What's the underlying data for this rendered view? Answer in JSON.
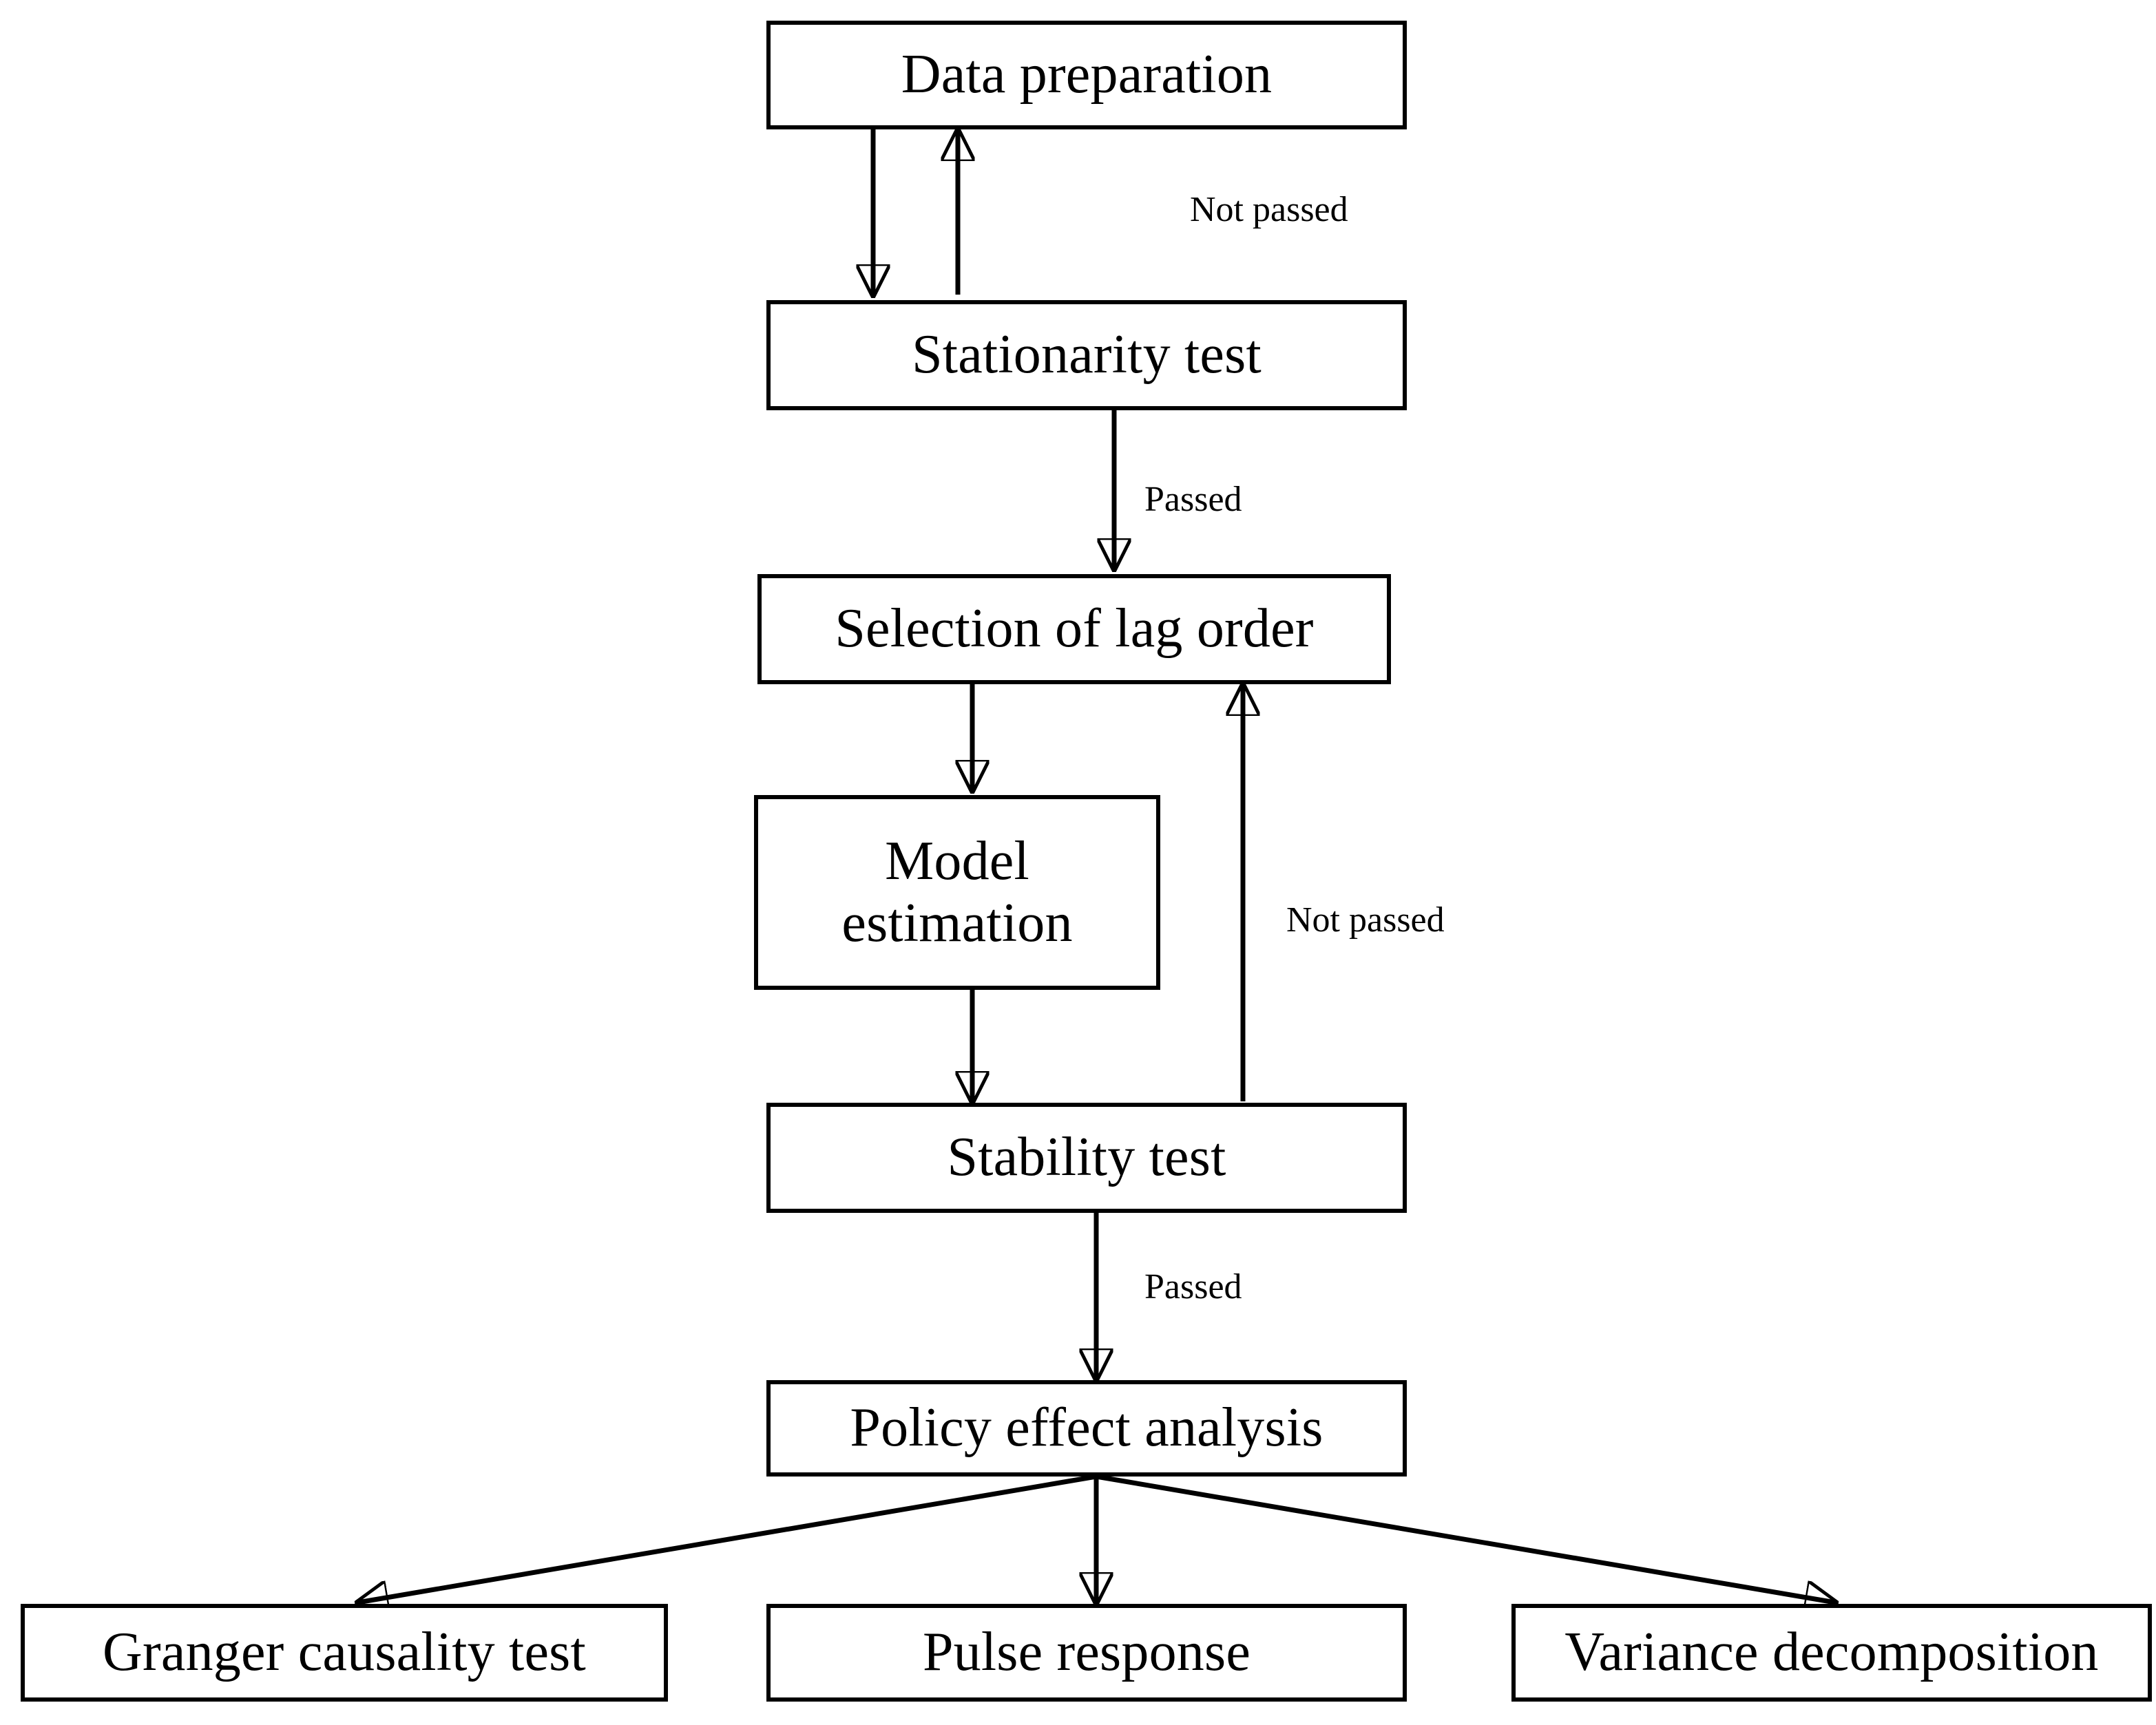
{
  "diagram": {
    "type": "flowchart",
    "orientation": "top-to-bottom",
    "background_color": "#ffffff",
    "line_color": "#000000",
    "text_color": "#000000",
    "nodes": [
      {
        "id": "data-preparation",
        "label": "Data preparation"
      },
      {
        "id": "stationarity-test",
        "label": "Stationarity test"
      },
      {
        "id": "selection-of-lag-order",
        "label": "Selection of lag order"
      },
      {
        "id": "model-estimation",
        "label": "Model\nestimation"
      },
      {
        "id": "stability-test",
        "label": "Stability test"
      },
      {
        "id": "policy-effect-analysis",
        "label": "Policy effect analysis"
      },
      {
        "id": "granger-causality-test",
        "label": "Granger causality test"
      },
      {
        "id": "pulse-response",
        "label": "Pulse response"
      },
      {
        "id": "variance-decomposition",
        "label": "Variance decomposition"
      }
    ],
    "edge_labels": [
      {
        "id": "not-passed-stationarity",
        "text": "Not passed"
      },
      {
        "id": "passed-stationarity",
        "text": "Passed"
      },
      {
        "id": "not-passed-stability",
        "text": "Not passed"
      },
      {
        "id": "passed-stability",
        "text": "Passed"
      }
    ],
    "edges": [
      {
        "from": "data-preparation",
        "to": "stationarity-test",
        "label": ""
      },
      {
        "from": "stationarity-test",
        "to": "data-preparation",
        "label": "Not passed"
      },
      {
        "from": "stationarity-test",
        "to": "selection-of-lag-order",
        "label": "Passed"
      },
      {
        "from": "selection-of-lag-order",
        "to": "model-estimation",
        "label": ""
      },
      {
        "from": "model-estimation",
        "to": "stability-test",
        "label": ""
      },
      {
        "from": "stability-test",
        "to": "selection-of-lag-order",
        "label": "Not passed"
      },
      {
        "from": "stability-test",
        "to": "policy-effect-analysis",
        "label": "Passed"
      },
      {
        "from": "policy-effect-analysis",
        "to": "granger-causality-test",
        "label": ""
      },
      {
        "from": "policy-effect-analysis",
        "to": "pulse-response",
        "label": ""
      },
      {
        "from": "policy-effect-analysis",
        "to": "variance-decomposition",
        "label": ""
      }
    ]
  }
}
